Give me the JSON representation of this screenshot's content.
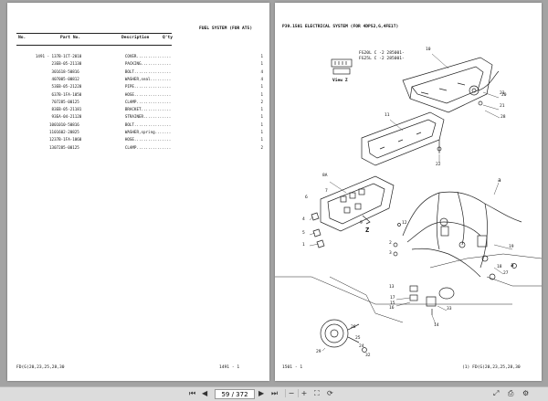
{
  "left_page": {
    "col_headers": [
      "No.",
      "Part No.",
      "Description",
      "Q'ty"
    ],
    "section_title": "FUEL SYSTEM (FOR AT5)",
    "parts": [
      {
        "idx": "1491 - 1",
        "part": "37B-1CT-2010",
        "desc": "COVER...............",
        "qty": "1"
      },
      {
        "idx": "2",
        "part": "3EB-05-21130",
        "desc": "PACKING.............",
        "qty": "1"
      },
      {
        "idx": "3",
        "part": "01618-50816",
        "desc": "BOLT................",
        "qty": "4"
      },
      {
        "idx": "4",
        "part": "07005-00812",
        "desc": "WASHER,seal.........",
        "qty": "4"
      },
      {
        "idx": "5",
        "part": "3EB-05-21220",
        "desc": "PIPE................",
        "qty": "1"
      },
      {
        "idx": "6",
        "part": "37B-1FA-1050",
        "desc": "HOSE................",
        "qty": "1"
      },
      {
        "idx": "7",
        "part": "07285-00125",
        "desc": "CLAMP...............",
        "qty": "2"
      },
      {
        "idx": "8",
        "part": "3EB-05-21181",
        "desc": "BRACKET.............",
        "qty": "1"
      },
      {
        "idx": "9",
        "part": "3EA-04-21120",
        "desc": "STRAINER............",
        "qty": "1"
      },
      {
        "idx": "10",
        "part": "01010-50816",
        "desc": "BOLT................",
        "qty": "1"
      },
      {
        "idx": "11",
        "part": "01602-20825",
        "desc": "WASHER,spring.......",
        "qty": "1"
      },
      {
        "idx": "12",
        "part": "37B-1FA-1060",
        "desc": "HOSE................",
        "qty": "1"
      },
      {
        "idx": "13",
        "part": "07285-00125",
        "desc": "CLAMP...............",
        "qty": "2"
      }
    ],
    "footer_left": "FD(G)20,23,25,28,30",
    "footer_right": "1491 - 1"
  },
  "right_page": {
    "title": "P39.1501  ELECTRICAL SYSTEM (FOR 4DPS2,G,4FE1T)",
    "serial_lines": [
      "FG20L  C  -2  285001-",
      "FG25L  C  -2  285001-"
    ],
    "view_label": "View Z",
    "z_label": "Z",
    "callouts": [
      "10",
      "11",
      "22",
      "8A",
      "7",
      "6",
      "4",
      "5",
      "1",
      "2",
      "3",
      "9",
      "12",
      "23",
      "21",
      "20",
      "28",
      "13",
      "16",
      "19",
      "17",
      "15",
      "18",
      "27",
      "33",
      "14",
      "26",
      "25",
      "24",
      "29",
      "32"
    ],
    "letters": [
      "a",
      "a"
    ],
    "footer_left": "1501 - 1",
    "footer_right": "(1)  FD(G)20,23,25,28,30"
  },
  "toolbar": {
    "current_page": "59 / 372",
    "icons": [
      "first-page",
      "prev-page",
      "next-page",
      "last-page",
      "zoom-out",
      "zoom-in",
      "fit-page",
      "rotate",
      "fullscreen",
      "print",
      "settings"
    ]
  }
}
